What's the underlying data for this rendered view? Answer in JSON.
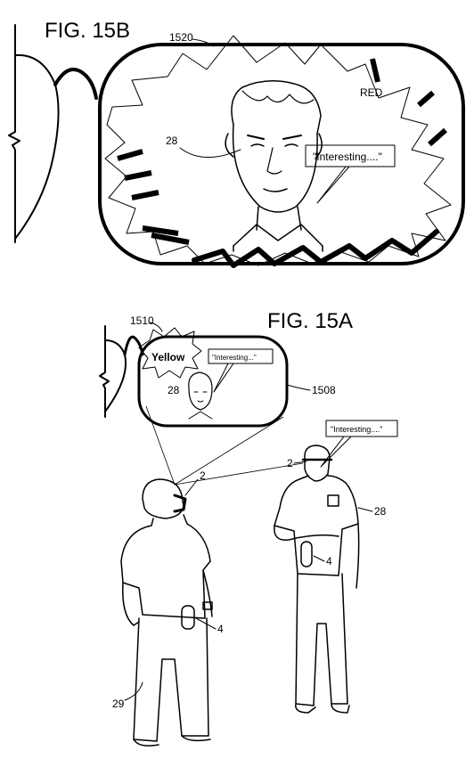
{
  "figure_b": {
    "title": "FIG. 15B",
    "ref_display": "1520",
    "ref_person": "28",
    "color_label": "RED",
    "speech_text": "\"Interesting....\""
  },
  "figure_a": {
    "title": "FIG. 15A",
    "ref_glasses": "1510",
    "ref_display": "1508",
    "color_label": "Yellow",
    "speech_text_display": "\"Interesting...\"",
    "speech_text_person": "\"Interesting....\"",
    "ref_person_display": "28",
    "ref_person": "28",
    "ref_device_glasses_user": "2",
    "ref_device_glasses_person": "2",
    "ref_device_user": "4",
    "ref_device_person": "4",
    "ref_user": "29"
  }
}
